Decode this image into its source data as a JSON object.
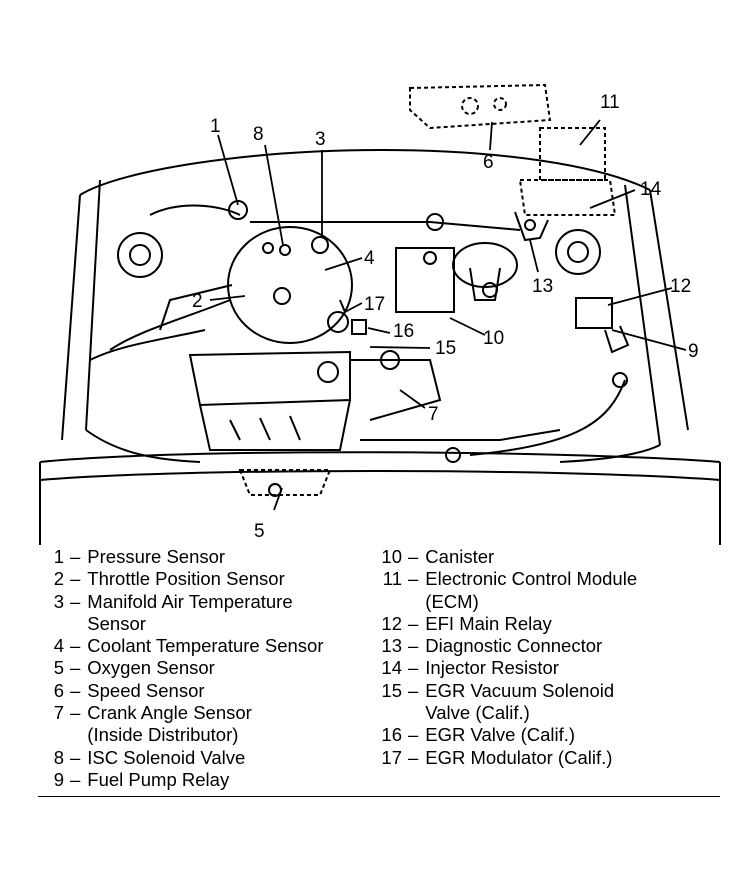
{
  "callouts": [
    "1",
    "2",
    "3",
    "4",
    "5",
    "6",
    "7",
    "8",
    "9",
    "10",
    "11",
    "12",
    "13",
    "14",
    "15",
    "16",
    "17"
  ],
  "legend_left": [
    {
      "num": "1",
      "lines": [
        "Pressure Sensor"
      ]
    },
    {
      "num": "2",
      "lines": [
        "Throttle Position Sensor"
      ]
    },
    {
      "num": "3",
      "lines": [
        "Manifold Air Temperature",
        "Sensor"
      ]
    },
    {
      "num": "4",
      "lines": [
        "Coolant Temperature Sensor"
      ]
    },
    {
      "num": "5",
      "lines": [
        "Oxygen Sensor"
      ]
    },
    {
      "num": "6",
      "lines": [
        "Speed Sensor"
      ]
    },
    {
      "num": "7",
      "lines": [
        "Crank Angle Sensor",
        "(Inside Distributor)"
      ]
    },
    {
      "num": "8",
      "lines": [
        "ISC Solenoid Valve"
      ]
    },
    {
      "num": "9",
      "lines": [
        "Fuel Pump Relay"
      ]
    }
  ],
  "legend_right": [
    {
      "num": "10",
      "lines": [
        "Canister"
      ]
    },
    {
      "num": "11",
      "lines": [
        "Electronic Control Module",
        "(ECM)"
      ]
    },
    {
      "num": "12",
      "lines": [
        "EFI Main Relay"
      ]
    },
    {
      "num": "13",
      "lines": [
        "Diagnostic Connector"
      ]
    },
    {
      "num": "14",
      "lines": [
        "Injector Resistor"
      ]
    },
    {
      "num": "15",
      "lines": [
        "EGR Vacuum Solenoid",
        "Valve (Calif.)"
      ]
    },
    {
      "num": "16",
      "lines": [
        "EGR Valve (Calif.)"
      ]
    },
    {
      "num": "17",
      "lines": [
        "EGR Modulator (Calif.)"
      ]
    }
  ],
  "separator": "–"
}
